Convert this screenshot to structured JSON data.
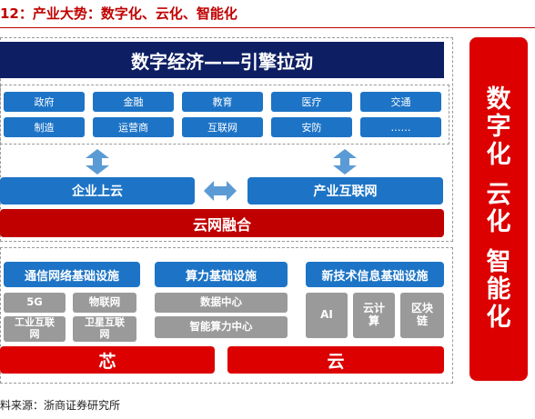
{
  "title": "12：产业大势：数字化、云化、智能化",
  "top_banner": "数字经济——引擎拉动",
  "industries": [
    "政府",
    "金融",
    "教育",
    "医疗",
    "交通",
    "制造",
    "运营商",
    "互联网",
    "安防",
    "……"
  ],
  "enterprise_cloud": "企业上云",
  "industrial_internet": "产业互联网",
  "cloud_network_fusion": "云网融合",
  "infrastructure": {
    "telecom": {
      "label": "通信网络基础设施",
      "items": [
        "5G",
        "物联网",
        "工业互联网",
        "卫星互联网"
      ]
    },
    "compute": {
      "label": "算力基础设施",
      "items": [
        "数据中心",
        "智能算力中心"
      ]
    },
    "newtech": {
      "label": "新技术信息基础设施",
      "items": [
        "AI",
        "云计算",
        "区块链"
      ]
    }
  },
  "chip": "芯",
  "cloud": "云",
  "side_lines": [
    "数字化",
    "云化",
    "智能化"
  ],
  "source": "料来源：浙商证券研究所",
  "colors": {
    "navy": "#0d1e63",
    "blue": "#1d74c6",
    "red": "#c00000",
    "bright_red": "#dc0000",
    "gray": "#9a9a9a"
  },
  "icons": [
    "double-arrow-vertical-icon",
    "double-arrow-horizontal-icon"
  ]
}
